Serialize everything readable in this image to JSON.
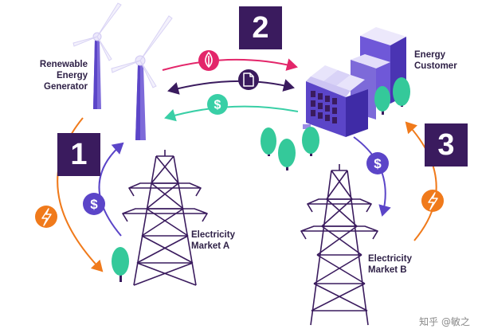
{
  "labels": {
    "generator": [
      "Renewable",
      "Energy",
      "Generator"
    ],
    "customer": [
      "Energy",
      "Customer"
    ],
    "market_a": [
      "Electricity",
      "Market A"
    ],
    "market_b": [
      "Electricity",
      "Market B"
    ]
  },
  "steps": [
    "1",
    "2",
    "3"
  ],
  "watermark": "知乎 @敏之",
  "icons": {
    "leaf": "leaf-icon",
    "document": "document-icon",
    "dollar": "dollar-icon",
    "lightning": "lightning-icon"
  },
  "colors": {
    "dark_purple": "#3a1b5e",
    "purple": "#5b45c8",
    "pink": "#e3266a",
    "teal": "#39cfa6",
    "orange": "#f07a1b",
    "tree_green": "#34c99a",
    "building": "#6f58d8"
  }
}
